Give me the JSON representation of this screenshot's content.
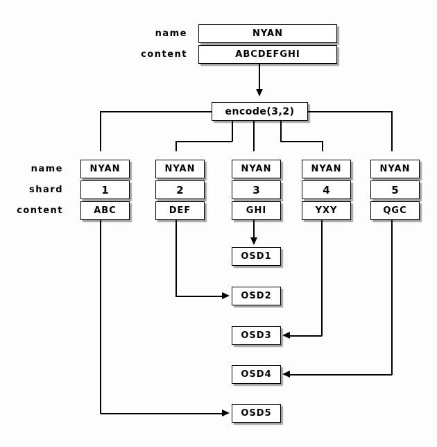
{
  "object": {
    "name_label": "name",
    "name_value": "NYAN",
    "content_label": "content",
    "content_value": "ABCDEFGHI"
  },
  "encode": {
    "label": "encode(3,2)"
  },
  "row_labels": {
    "name": "name",
    "shard": "shard",
    "content": "content"
  },
  "shards": [
    {
      "name": "NYAN",
      "shard": "1",
      "content": "ABC"
    },
    {
      "name": "NYAN",
      "shard": "2",
      "content": "DEF"
    },
    {
      "name": "NYAN",
      "shard": "3",
      "content": "GHI"
    },
    {
      "name": "NYAN",
      "shard": "4",
      "content": "YXY"
    },
    {
      "name": "NYAN",
      "shard": "5",
      "content": "QGC"
    }
  ],
  "osds": [
    {
      "label": "OSD1"
    },
    {
      "label": "OSD2"
    },
    {
      "label": "OSD3"
    },
    {
      "label": "OSD4"
    },
    {
      "label": "OSD5"
    }
  ],
  "edges": [
    {
      "from": "object",
      "to": "encode(3,2)"
    },
    {
      "from": "encode(3,2)",
      "to": "shard-1"
    },
    {
      "from": "encode(3,2)",
      "to": "shard-2"
    },
    {
      "from": "encode(3,2)",
      "to": "shard-3"
    },
    {
      "from": "encode(3,2)",
      "to": "shard-4"
    },
    {
      "from": "encode(3,2)",
      "to": "shard-5"
    },
    {
      "from": "shard-3",
      "to": "OSD1"
    },
    {
      "from": "shard-2",
      "to": "OSD2"
    },
    {
      "from": "shard-4",
      "to": "OSD3"
    },
    {
      "from": "shard-5",
      "to": "OSD4"
    },
    {
      "from": "shard-1",
      "to": "OSD5"
    }
  ],
  "colors": {
    "background": "#fdfdfd",
    "box_fill": "#ffffff",
    "line": "#000000",
    "shadow": "#a3a3a3",
    "text": "#000000"
  }
}
